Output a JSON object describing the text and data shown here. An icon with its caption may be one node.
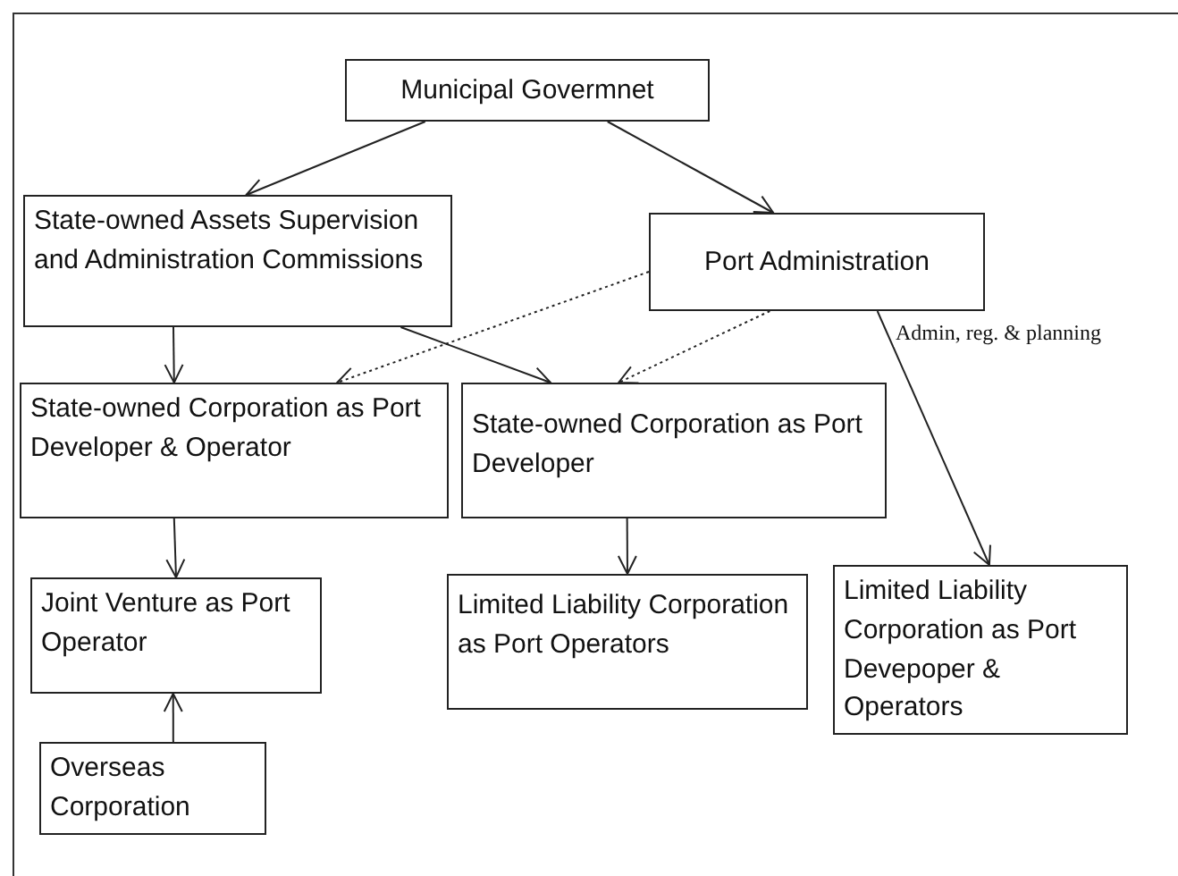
{
  "diagram": {
    "nodes": [
      {
        "text": [
          "Municipal Govermnet"
        ]
      },
      {
        "text": [
          "State-owned Assets Supervision and Administration Commissions"
        ]
      },
      {
        "text": [
          "Port Administration"
        ]
      },
      {
        "text": [
          "State-owned Corporation as Port Developer & Operator"
        ]
      },
      {
        "text": [
          "State-owned Corporation as Port Developer"
        ]
      },
      {
        "text": [
          "Joint Venture as Port Operator"
        ]
      },
      {
        "text": [
          "Limited Liability Corporation as Port Operators"
        ]
      },
      {
        "text": [
          "Limited Liability Corporation as Port Devepoper & Operators"
        ]
      },
      {
        "text": [
          "Overseas Corporation"
        ]
      }
    ],
    "edges": [
      {
        "from": 0,
        "to": 1,
        "arrow": "to"
      },
      {
        "from": 0,
        "to": 2,
        "arrow": "to"
      },
      {
        "from": 1,
        "to": 3,
        "arrow": "to"
      },
      {
        "from": 1,
        "to": 4,
        "arrow": "to"
      },
      {
        "from": 2,
        "to": 3,
        "arrow": "to",
        "style": "dashed"
      },
      {
        "from": 2,
        "to": 4,
        "arrow": "to",
        "style": "dashed"
      },
      {
        "from": 2,
        "to": 7,
        "arrow": "to",
        "label": "Admin, reg. & planning"
      },
      {
        "from": 3,
        "to": 5,
        "arrow": "to"
      },
      {
        "from": 4,
        "to": 6,
        "arrow": "to"
      },
      {
        "from": 8,
        "to": 5,
        "arrow": "to"
      }
    ]
  }
}
